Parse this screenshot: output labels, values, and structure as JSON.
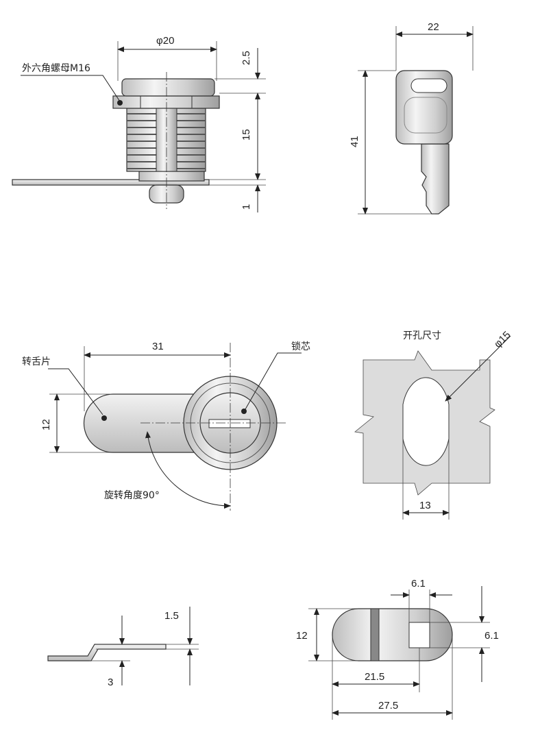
{
  "views": {
    "side": {
      "dia_label": "φ20",
      "nut_label": "外六角螺母M16",
      "flange_label": "2.5",
      "body_label": "15",
      "bottom_label": "1"
    },
    "key": {
      "width_label": "22",
      "height_label": "41"
    },
    "front": {
      "length_label": "31",
      "cam_label": "转舌片",
      "core_label": "锁芯",
      "width_label": "12",
      "rotation_label": "旋转角度90°"
    },
    "cutout": {
      "title": "开孔尺寸",
      "dia_label": "φ15",
      "flat_label": "13"
    },
    "cam_profile": {
      "thickness_label": "1.5",
      "offset_label": "3"
    },
    "cam_top": {
      "square_width_label": "6.1",
      "width_label": "12",
      "square_height_label": "6.1",
      "hole_pos_label": "21.5",
      "length_label": "27.5"
    }
  },
  "colors": {
    "metal": "#d8d8d8",
    "cutout": "#dcdcdc",
    "line": "#222222"
  }
}
